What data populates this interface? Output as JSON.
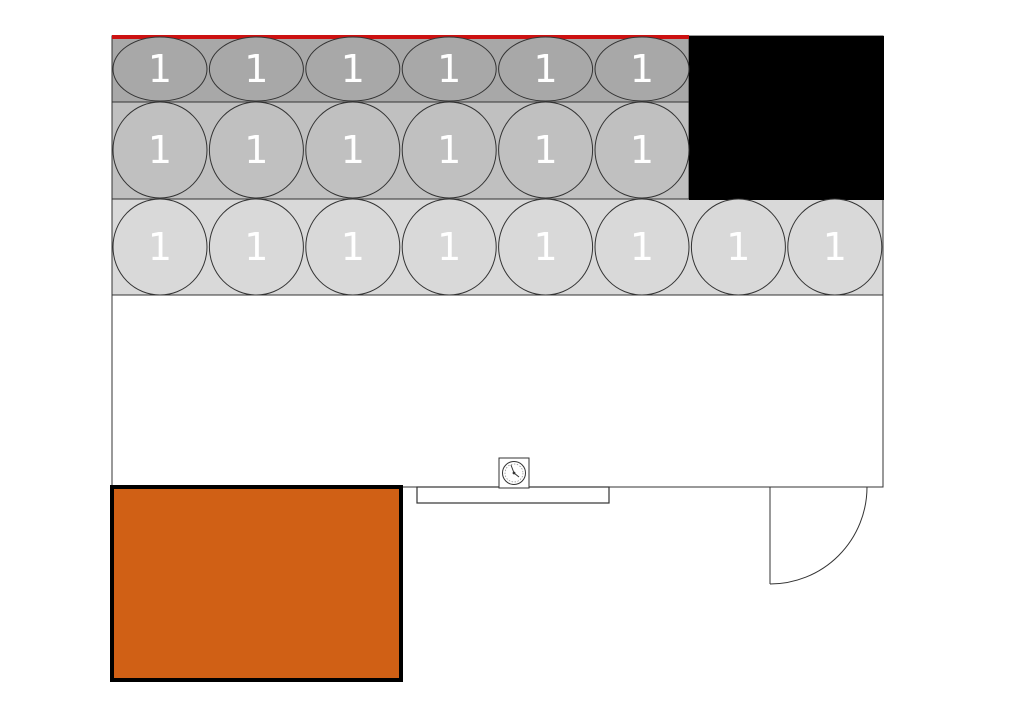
{
  "colors": {
    "background": "#ffffff",
    "row_top": "#a8a8a8",
    "row_middle": "#c0c0c0",
    "row_bottom": "#d9d9d9",
    "outline": "#333333",
    "red_edge": "#cc1111",
    "black_block": "#000000",
    "orange_block": "#d06015",
    "label": "#ffffff"
  },
  "rows": [
    {
      "name": "top-row",
      "labels": [
        "1",
        "1",
        "1",
        "1",
        "1",
        "1"
      ]
    },
    {
      "name": "middle-row",
      "labels": [
        "1",
        "1",
        "1",
        "1",
        "1",
        "1"
      ]
    },
    {
      "name": "bottom-row",
      "labels": [
        "1",
        "1",
        "1",
        "1",
        "1",
        "1",
        "1",
        "1"
      ]
    }
  ],
  "icons": {
    "gauge": "gauge-icon",
    "door": "door-swing-icon"
  }
}
